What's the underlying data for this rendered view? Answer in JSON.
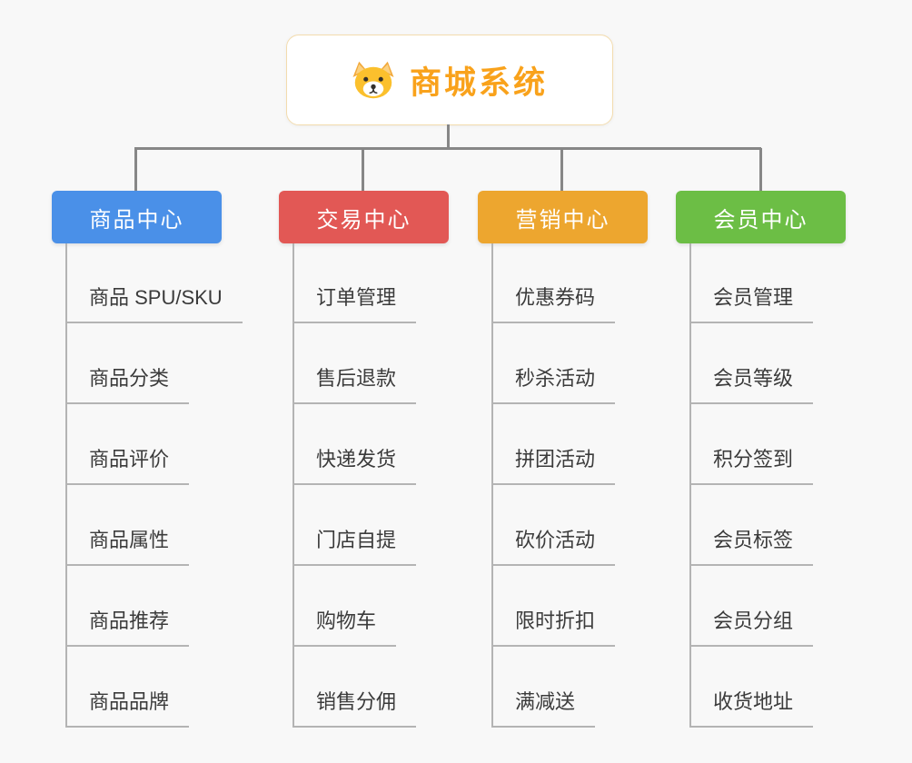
{
  "root": {
    "title": "商城系统",
    "icon": "dog-face-icon",
    "title_color": "#f9a21b",
    "box_border_color": "#f3dcae"
  },
  "connector_colors": {
    "trunk": "#878787",
    "branch_lines": "#b4b4b4"
  },
  "branches": [
    {
      "label": "商品中心",
      "color": "#4a90e8",
      "children": [
        "商品 SPU/SKU",
        "商品分类",
        "商品评价",
        "商品属性",
        "商品推荐",
        "商品品牌"
      ]
    },
    {
      "label": "交易中心",
      "color": "#e25855",
      "children": [
        "订单管理",
        "售后退款",
        "快递发货",
        "门店自提",
        "购物车",
        "销售分佣"
      ]
    },
    {
      "label": "营销中心",
      "color": "#eda62f",
      "children": [
        "优惠券码",
        "秒杀活动",
        "拼团活动",
        "砍价活动",
        "限时折扣",
        "满减送"
      ]
    },
    {
      "label": "会员中心",
      "color": "#6cbe45",
      "children": [
        "会员管理",
        "会员等级",
        "积分签到",
        "会员标签",
        "会员分组",
        "收货地址"
      ]
    }
  ]
}
